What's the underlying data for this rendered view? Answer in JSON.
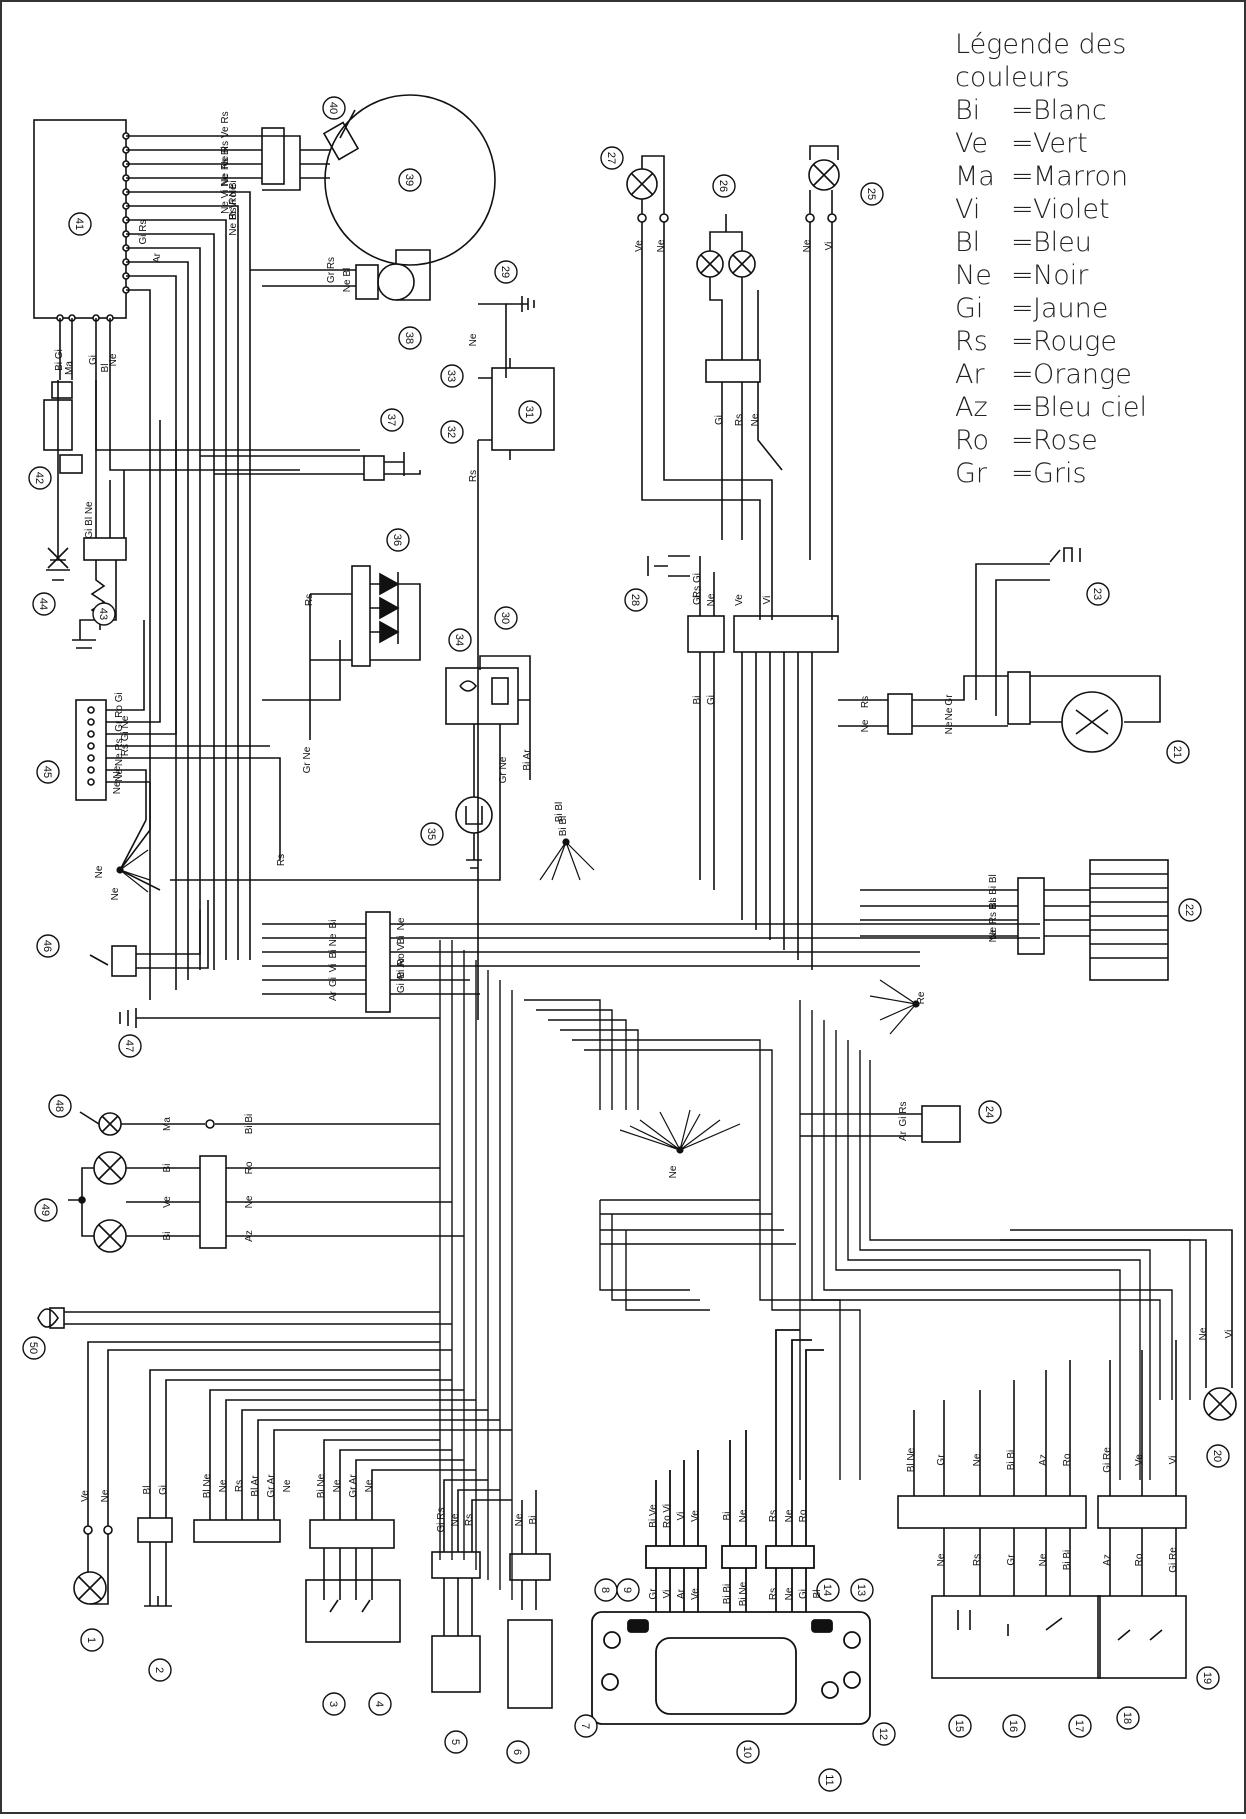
{
  "legend": {
    "title": "Légende des couleurs",
    "entries": [
      {
        "code": "Bi",
        "name": "Blanc"
      },
      {
        "code": "Ve",
        "name": "Vert"
      },
      {
        "code": "Ma",
        "name": "Marron"
      },
      {
        "code": "Vi",
        "name": "Violet"
      },
      {
        "code": "Bl",
        "name": "Bleu"
      },
      {
        "code": "Ne",
        "name": "Noir"
      },
      {
        "code": "Gi",
        "name": "Jaune"
      },
      {
        "code": "Rs",
        "name": "Rouge"
      },
      {
        "code": "Ar",
        "name": "Orange"
      },
      {
        "code": "Az",
        "name": "Bleu ciel"
      },
      {
        "code": "Ro",
        "name": "Rose"
      },
      {
        "code": "Gr",
        "name": "Gris"
      }
    ]
  },
  "components": [
    "1",
    "2",
    "3",
    "4",
    "5",
    "6",
    "7",
    "8",
    "9",
    "10",
    "11",
    "12",
    "13",
    "14",
    "15",
    "16",
    "17",
    "18",
    "19",
    "20",
    "21",
    "22",
    "23",
    "24",
    "25",
    "26",
    "27",
    "28",
    "29",
    "30",
    "31",
    "32",
    "33",
    "34",
    "35",
    "36",
    "37",
    "38",
    "39",
    "40",
    "41",
    "42",
    "43",
    "44",
    "45",
    "46",
    "47",
    "48",
    "49",
    "50"
  ],
  "wire_labels": {
    "top_left": [
      "Ne Rs Ve Rs",
      "Ne Rs Bi",
      "Ne Vi Ne",
      "Rs Ro Bi",
      "Ne Bi Vi Ne",
      "Gi Rs",
      "Ar",
      "Gr Rs",
      "Ne Bl"
    ],
    "left_block": [
      "Bi Gi",
      "Ma",
      "Gi",
      "Bl",
      "Ne",
      "Gi Bl Ne",
      "Rs",
      "Gr Ne"
    ],
    "connector_45": [
      "Gr Ro Gi",
      "Rs Gi Ne",
      "Ne Ne Rs",
      "Ne Ne"
    ],
    "center_block": [
      "Bi",
      "Ne",
      "Bi",
      "Vi",
      "Gi",
      "Ar",
      "Ne",
      "Bi",
      "Ro Vi",
      "Bi Ar",
      "Gi Ar"
    ],
    "battery": [
      "Ne",
      "Rs",
      "Bi Bl",
      "Bi Ar",
      "Gr Ne"
    ],
    "top_right": [
      "Ve",
      "Ne",
      "Ne",
      "Vi",
      "Gi",
      "Rs",
      "Ne",
      "Gi",
      "Rs",
      "Gi",
      "Ne",
      "Ve",
      "Vi",
      "Bi",
      "Gi"
    ],
    "right_block": [
      "Rs",
      "Ne",
      "Gr",
      "Ne",
      "Ne",
      "Rs Bi Bl",
      "Ne Rs Bl",
      "Ne",
      "Gi Rs",
      "Ar"
    ],
    "lamps_left": [
      "Ma",
      "Bi Bi",
      "Bi",
      "Ro",
      "Ve",
      "Ne",
      "Bi",
      "Az"
    ],
    "bottom": [
      "Ve",
      "Ne",
      "Bl",
      "Gi",
      "Bl Ne",
      "Ne",
      "Rs",
      "Bl Ar",
      "Gr Ar",
      "Ne",
      "Bi Ne",
      "Ne",
      "Gr Ar",
      "Ne",
      "Gi Rs",
      "Ne",
      "Rs",
      "Ne",
      "Bi",
      "Bi Ve",
      "Ro Vi",
      "Vi",
      "Ve",
      "Bi",
      "Ne",
      "Rs",
      "Ne",
      "Ro",
      "Bl Ne",
      "Gr",
      "Ne",
      "Bi Bi",
      "Az",
      "Ro",
      "Gi Re",
      "Ve",
      "Vi",
      "Ne",
      "Vi",
      "Gr",
      "Vi",
      "Ar",
      "Ve",
      "Bi Bi",
      "Bi Ne",
      "Rs",
      "Ne",
      "Gi",
      "Bl",
      "Ne",
      "Rs",
      "Gr",
      "Ne",
      "Bi Bi",
      "Az",
      "Ro",
      "Gi Re",
      "Ve",
      "Vi"
    ],
    "junctions": [
      "Ne",
      "Ne",
      "Ne",
      "Re",
      "Bi Bl",
      "Rs"
    ]
  }
}
